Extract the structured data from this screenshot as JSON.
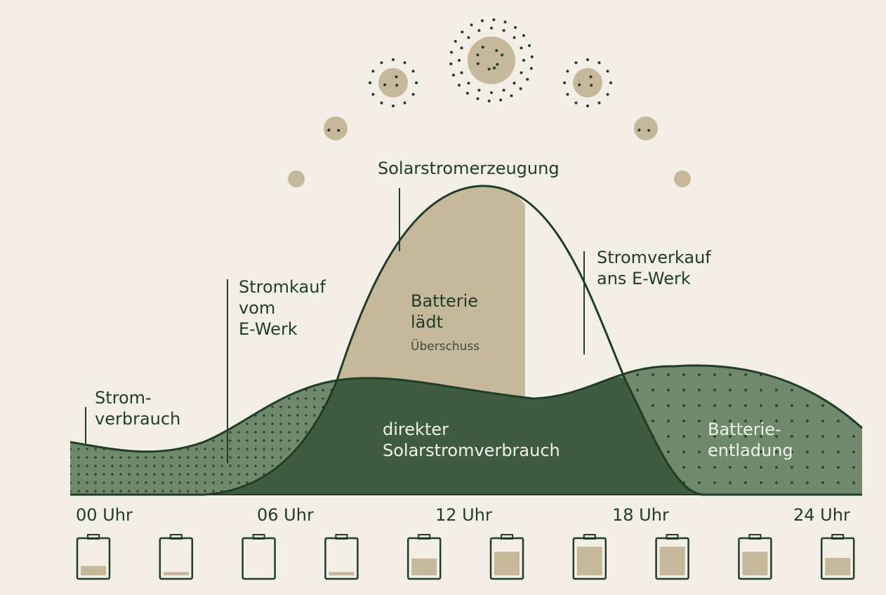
{
  "labels": {
    "solar_generation": "Solarstromerzeugung",
    "consumption": [
      "Strom-",
      "verbrauch"
    ],
    "grid_purchase": [
      "Stromkauf",
      "vom",
      "E-Werk"
    ],
    "battery_charging": [
      "Batterie",
      "lädt"
    ],
    "surplus": "Überschuss",
    "grid_sale": [
      "Stromverkauf",
      "ans E-Werk"
    ],
    "direct_use": [
      "direkter",
      "Solarstromverbrauch"
    ],
    "battery_discharge": [
      "Batterie-",
      "entladung"
    ]
  },
  "time_ticks": [
    "00 Uhr",
    "06 Uhr",
    "12 Uhr",
    "18 Uhr",
    "24 Uhr"
  ],
  "battery_levels": [
    0.28,
    0.1,
    0.0,
    0.1,
    0.5,
    0.7,
    0.85,
    0.85,
    0.7,
    0.52
  ],
  "sun_icons": [
    "sun-low-icon",
    "sun-mid-icon",
    "sun-high-icon",
    "sun-peak-icon",
    "sun-high-icon",
    "sun-mid-icon",
    "sun-low-icon"
  ],
  "colors": {
    "background": "#f3efe6",
    "dark_green": "#3f5c41",
    "mid_green": "#6e8a6b",
    "beige": "#c6b99b",
    "outline": "#1f3d27"
  }
}
